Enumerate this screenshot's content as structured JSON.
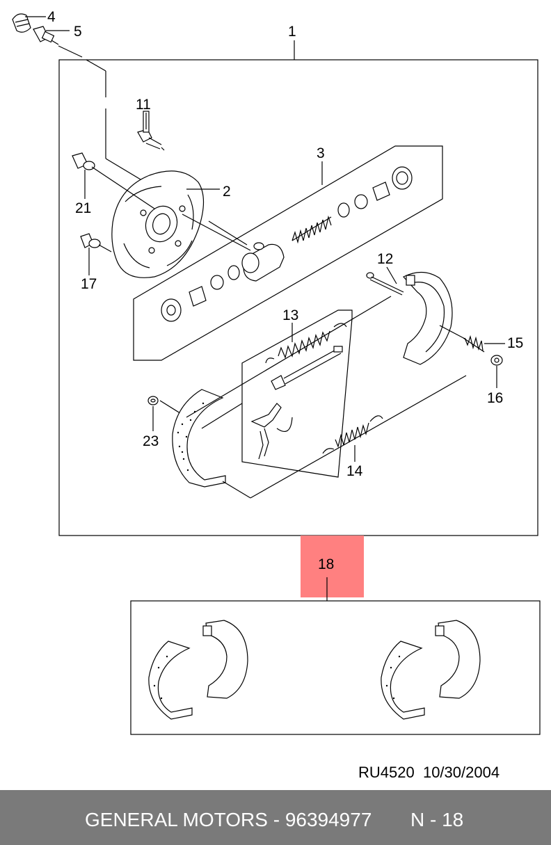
{
  "callouts": {
    "c1": "1",
    "c2": "2",
    "c3": "3",
    "c4": "4",
    "c5": "5",
    "c11": "11",
    "c12": "12",
    "c13": "13",
    "c14": "14",
    "c15": "15",
    "c16": "16",
    "c17": "17",
    "c18": "18",
    "c21": "21",
    "c23": "23"
  },
  "highlight_color": "#ff8080",
  "reference": {
    "code": "RU4520",
    "date": "10/30/2004"
  },
  "footer": {
    "left": "GENERAL MOTORS - 96394977",
    "right": "N - 18",
    "bg": "#7a7a7a"
  }
}
